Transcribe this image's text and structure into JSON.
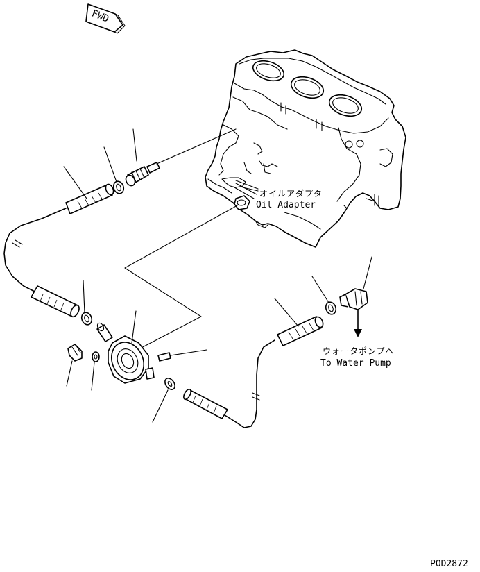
{
  "fwd_label": "FWD",
  "callouts": {
    "oil_adapter_jp": "オイルアダプタ",
    "oil_adapter_en": "Oil Adapter",
    "water_pump_jp": "ウォータポンプへ",
    "water_pump_en": "To Water Pump"
  },
  "drawing_code": "POD2872"
}
